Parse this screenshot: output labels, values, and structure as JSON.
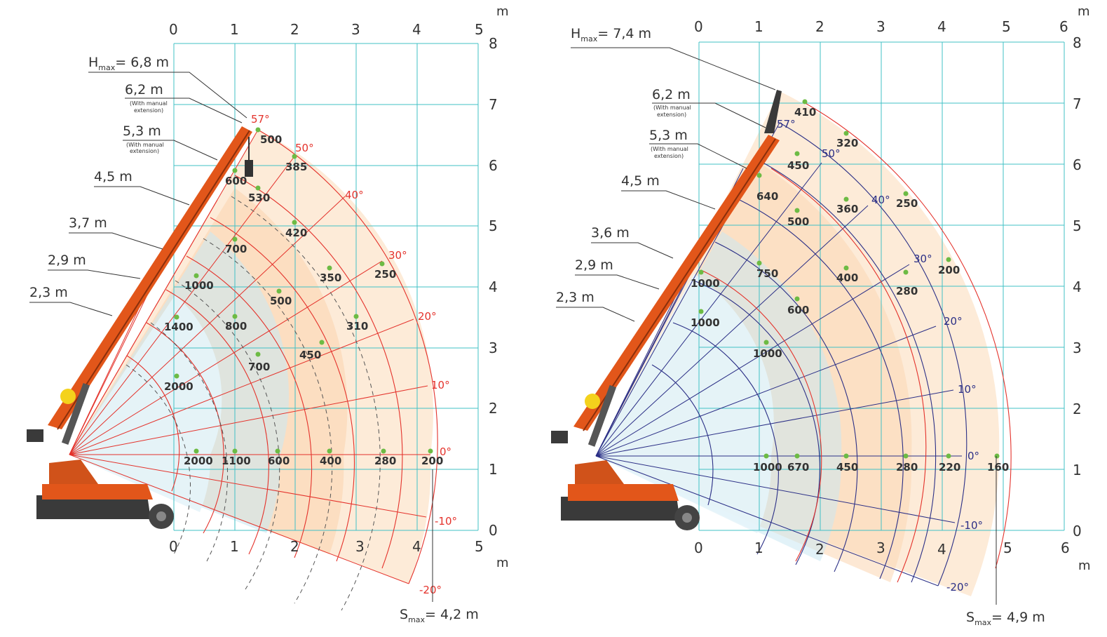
{
  "left_chart": {
    "x_ticks_top": [
      "0",
      "1",
      "2",
      "3",
      "4",
      "5"
    ],
    "x_ticks_bottom": [
      "0",
      "1",
      "2",
      "3",
      "4",
      "5"
    ],
    "y_ticks": [
      "8",
      "7",
      "6",
      "5",
      "4",
      "3",
      "2",
      "1",
      "0"
    ],
    "unit_top": "m",
    "unit_bottom": "m",
    "h_max_label": "H",
    "h_max_sub": "max",
    "h_max_value": "= 6,8 m",
    "s_max_label": "S",
    "s_max_sub": "max",
    "s_max_value": "= 4,2 m",
    "heights": [
      {
        "label": "6,2 m",
        "note1": "(With manual",
        "note2": "extension)"
      },
      {
        "label": "5,3 m",
        "note1": "(With manual",
        "note2": "extension)"
      },
      {
        "label": "4,5 m"
      },
      {
        "label": "3,7 m"
      },
      {
        "label": "2,9 m"
      },
      {
        "label": "2,3 m"
      }
    ],
    "angles": [
      "57°",
      "50°",
      "40°",
      "30°",
      "20°",
      "10°",
      "0°",
      "-10°",
      "-20°"
    ],
    "capacities": [
      "500",
      "385",
      "600",
      "530",
      "420",
      "700",
      "350",
      "250",
      "1000",
      "500",
      "1400",
      "800",
      "310",
      "450",
      "700",
      "2000",
      "2000",
      "1100",
      "600",
      "400",
      "280",
      "200"
    ]
  },
  "right_chart": {
    "x_ticks_top": [
      "0",
      "1",
      "2",
      "3",
      "4",
      "5",
      "6"
    ],
    "x_ticks_bottom": [
      "0",
      "1",
      "2",
      "3",
      "4",
      "5",
      "6"
    ],
    "y_ticks": [
      "8",
      "7",
      "6",
      "5",
      "4",
      "3",
      "2",
      "1",
      "0"
    ],
    "unit_top": "m",
    "unit_bottom": "m",
    "h_max_label": "H",
    "h_max_sub": "max",
    "h_max_value": "= 7,4 m",
    "s_max_label": "S",
    "s_max_sub": "max",
    "s_max_value": "= 4,9 m",
    "heights": [
      {
        "label": "6,2 m",
        "note1": "(With manual",
        "note2": "extension)"
      },
      {
        "label": "5,3 m",
        "note1": "(With manual",
        "note2": "extension)"
      },
      {
        "label": "4,5 m"
      },
      {
        "label": "3,6 m"
      },
      {
        "label": "2,9 m"
      },
      {
        "label": "2,3 m"
      }
    ],
    "angles": [
      "57°",
      "50°",
      "40°",
      "30°",
      "20°",
      "10°",
      "0°",
      "-10°",
      "-20°"
    ],
    "capacities": [
      "410",
      "320",
      "450",
      "250",
      "640",
      "360",
      "500",
      "200",
      "750",
      "400",
      "1000",
      "280",
      "600",
      "1000",
      "1000",
      "1000",
      "670",
      "450",
      "280",
      "220",
      "160"
    ]
  },
  "colors": {
    "grid": "#41c0c6",
    "red_arc": "#e4322b",
    "blue_arc": "#2b2f86",
    "point": "#6dbb44",
    "crane_orange": "#e2561a",
    "crane_dark": "#333333"
  }
}
